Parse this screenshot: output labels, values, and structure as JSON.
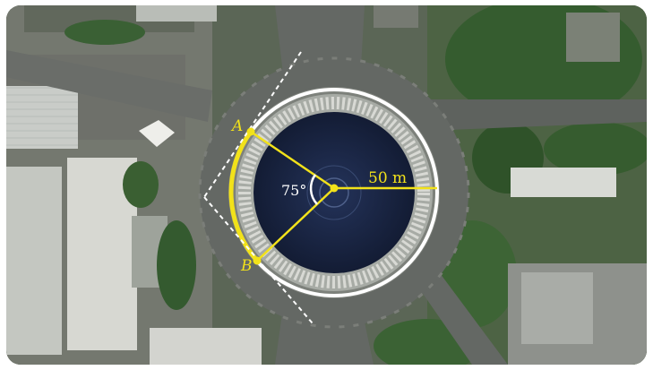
{
  "figure": {
    "point_a_label": "A",
    "point_b_label": "B",
    "angle_label": "75°",
    "radius_label": "50 m"
  },
  "colors": {
    "accent_yellow": "#f2e21a",
    "circle_white": "#ffffff",
    "fountain_dark": "#1c2a4a",
    "road_gray": "#5f6360",
    "tree_green": "#3e6a34"
  }
}
